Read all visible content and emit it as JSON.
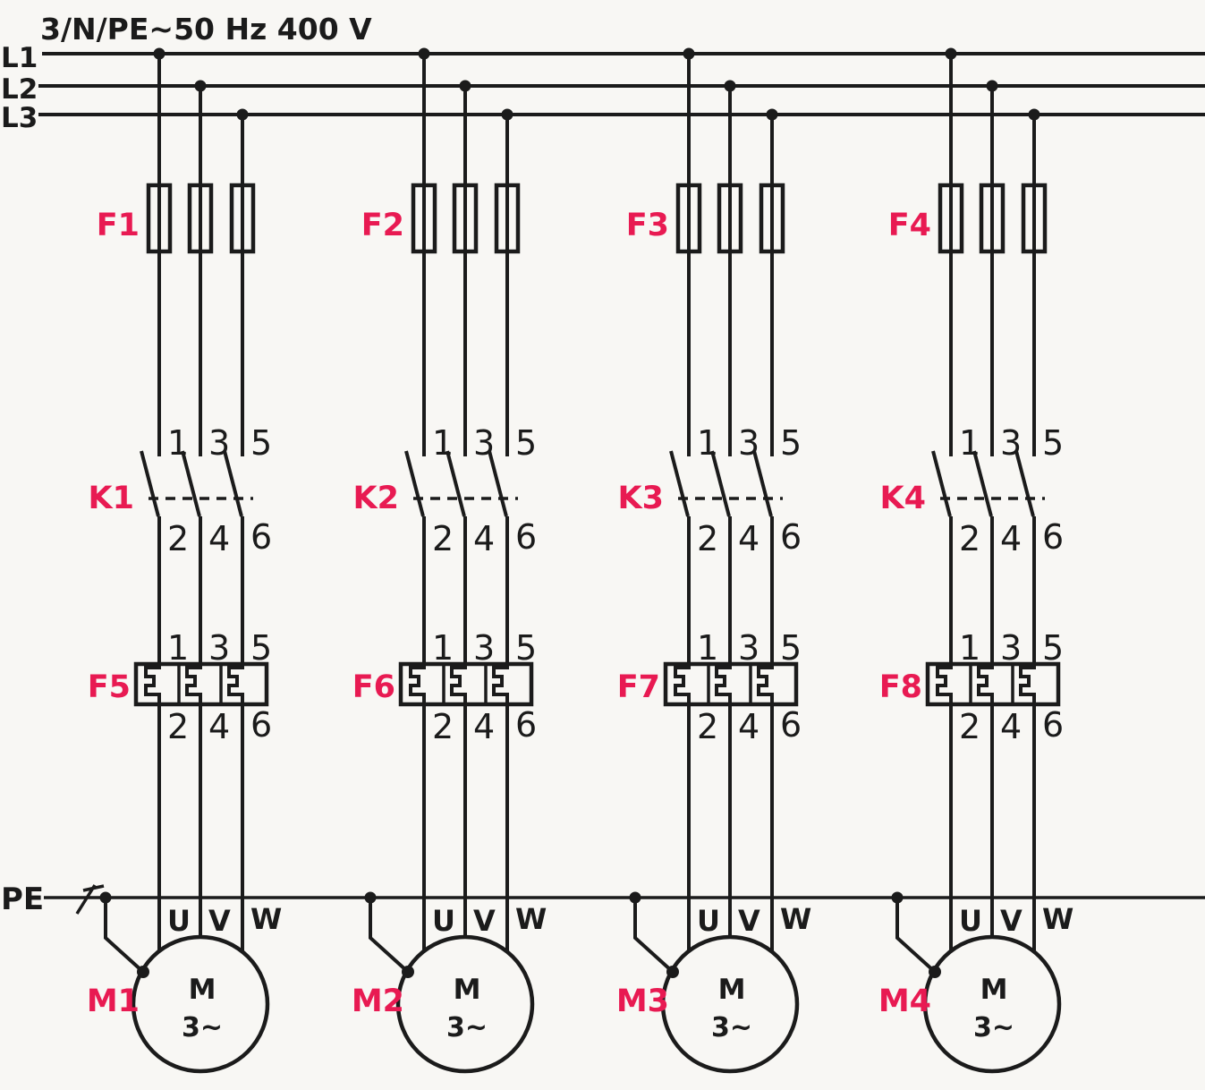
{
  "title": "3/N/PE~50 Hz 400 V",
  "bus": {
    "l1": "L1",
    "l2": "L2",
    "l3": "L3",
    "pe": "PE"
  },
  "colors": {
    "stroke": "#1b1b1b",
    "label_red": "#e81a52",
    "background": "#f8f7f4"
  },
  "branches": [
    {
      "fuse_label": "F1",
      "contactor_label": "K1",
      "overload_label": "F5",
      "motor_label": "M1",
      "contact_terminals_top": [
        "1",
        "3",
        "5"
      ],
      "contact_terminals_bottom": [
        "2",
        "4",
        "6"
      ],
      "overload_terminals_top": [
        "1",
        "3",
        "5"
      ],
      "overload_terminals_bottom": [
        "2",
        "4",
        "6"
      ],
      "motor_terminals": [
        "U",
        "V",
        "W"
      ],
      "motor_symbol": "M",
      "motor_phases": "3~"
    },
    {
      "fuse_label": "F2",
      "contactor_label": "K2",
      "overload_label": "F6",
      "motor_label": "M2",
      "contact_terminals_top": [
        "1",
        "3",
        "5"
      ],
      "contact_terminals_bottom": [
        "2",
        "4",
        "6"
      ],
      "overload_terminals_top": [
        "1",
        "3",
        "5"
      ],
      "overload_terminals_bottom": [
        "2",
        "4",
        "6"
      ],
      "motor_terminals": [
        "U",
        "V",
        "W"
      ],
      "motor_symbol": "M",
      "motor_phases": "3~"
    },
    {
      "fuse_label": "F3",
      "contactor_label": "K3",
      "overload_label": "F7",
      "motor_label": "M3",
      "contact_terminals_top": [
        "1",
        "3",
        "5"
      ],
      "contact_terminals_bottom": [
        "2",
        "4",
        "6"
      ],
      "overload_terminals_top": [
        "1",
        "3",
        "5"
      ],
      "overload_terminals_bottom": [
        "2",
        "4",
        "6"
      ],
      "motor_terminals": [
        "U",
        "V",
        "W"
      ],
      "motor_symbol": "M",
      "motor_phases": "3~"
    },
    {
      "fuse_label": "F4",
      "contactor_label": "K4",
      "overload_label": "F8",
      "motor_label": "M4",
      "contact_terminals_top": [
        "1",
        "3",
        "5"
      ],
      "contact_terminals_bottom": [
        "2",
        "4",
        "6"
      ],
      "overload_terminals_top": [
        "1",
        "3",
        "5"
      ],
      "overload_terminals_bottom": [
        "2",
        "4",
        "6"
      ],
      "motor_terminals": [
        "U",
        "V",
        "W"
      ],
      "motor_symbol": "M",
      "motor_phases": "3~"
    }
  ]
}
